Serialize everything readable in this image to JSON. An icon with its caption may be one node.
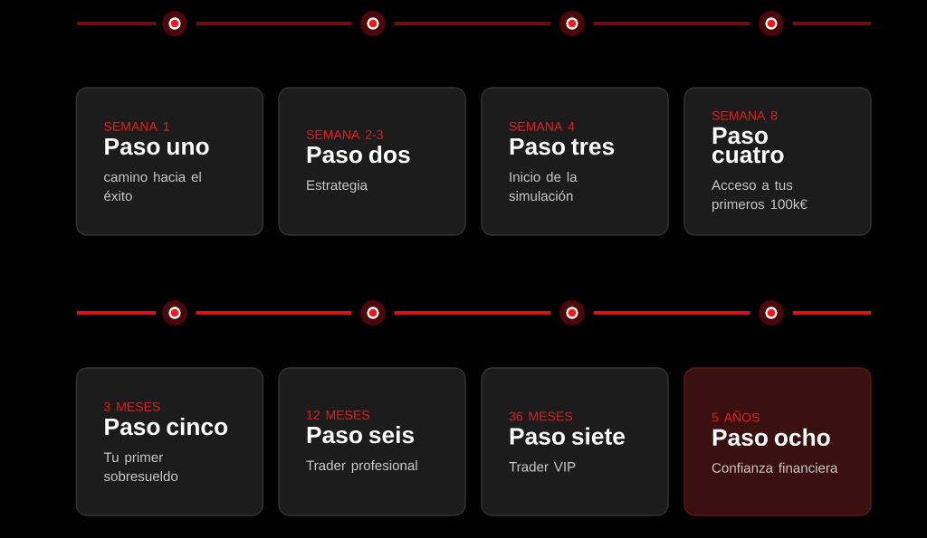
{
  "diagram": {
    "nodes": [
      {
        "text": [],
        "shape": "circle"
      },
      {
        "text": [],
        "shape": "circle"
      },
      {
        "text": [],
        "shape": "circle"
      },
      {
        "text": [],
        "shape": "circle"
      },
      {
        "text": [
          "SEMANA 1",
          "Paso uno",
          "camino hacia el éxito"
        ]
      },
      {
        "text": [
          "SEMANA 2-3",
          "Paso dos",
          "Estrategia"
        ]
      },
      {
        "text": [
          "SEMANA 4",
          "Paso tres",
          "Inicio de la simulación"
        ]
      },
      {
        "text": [
          "SEMANA 8",
          "Paso cuatro",
          "Acceso a tus primeros 100k€"
        ]
      },
      {
        "text": [],
        "shape": "circle"
      },
      {
        "text": [],
        "shape": "circle"
      },
      {
        "text": [],
        "shape": "circle"
      },
      {
        "text": [],
        "shape": "circle"
      },
      {
        "text": [
          "3 MESES",
          "Paso cinco",
          "Tu primer sobresueldo"
        ]
      },
      {
        "text": [
          "12 MESES",
          "Paso seis",
          "Trader profesional"
        ]
      },
      {
        "text": [
          "36 MESES",
          "Paso siete",
          "Trader VIP"
        ]
      },
      {
        "text": [
          "5 AÑOS",
          "Paso ocho",
          "Confianza financiera"
        ]
      }
    ],
    "edges": [
      {
        "from": 0,
        "to": 1,
        "arrow": "none",
        "color": "#6a0e10"
      },
      {
        "from": 1,
        "to": 2,
        "arrow": "none",
        "color": "#6a0e10"
      },
      {
        "from": 2,
        "to": 3,
        "arrow": "none",
        "color": "#6a0e10"
      },
      {
        "from": 8,
        "to": 9,
        "arrow": "none",
        "color": "#d0141a"
      },
      {
        "from": 9,
        "to": 10,
        "arrow": "none",
        "color": "#d0141a"
      },
      {
        "from": 10,
        "to": 11,
        "arrow": "none",
        "color": "#d0141a"
      }
    ]
  }
}
